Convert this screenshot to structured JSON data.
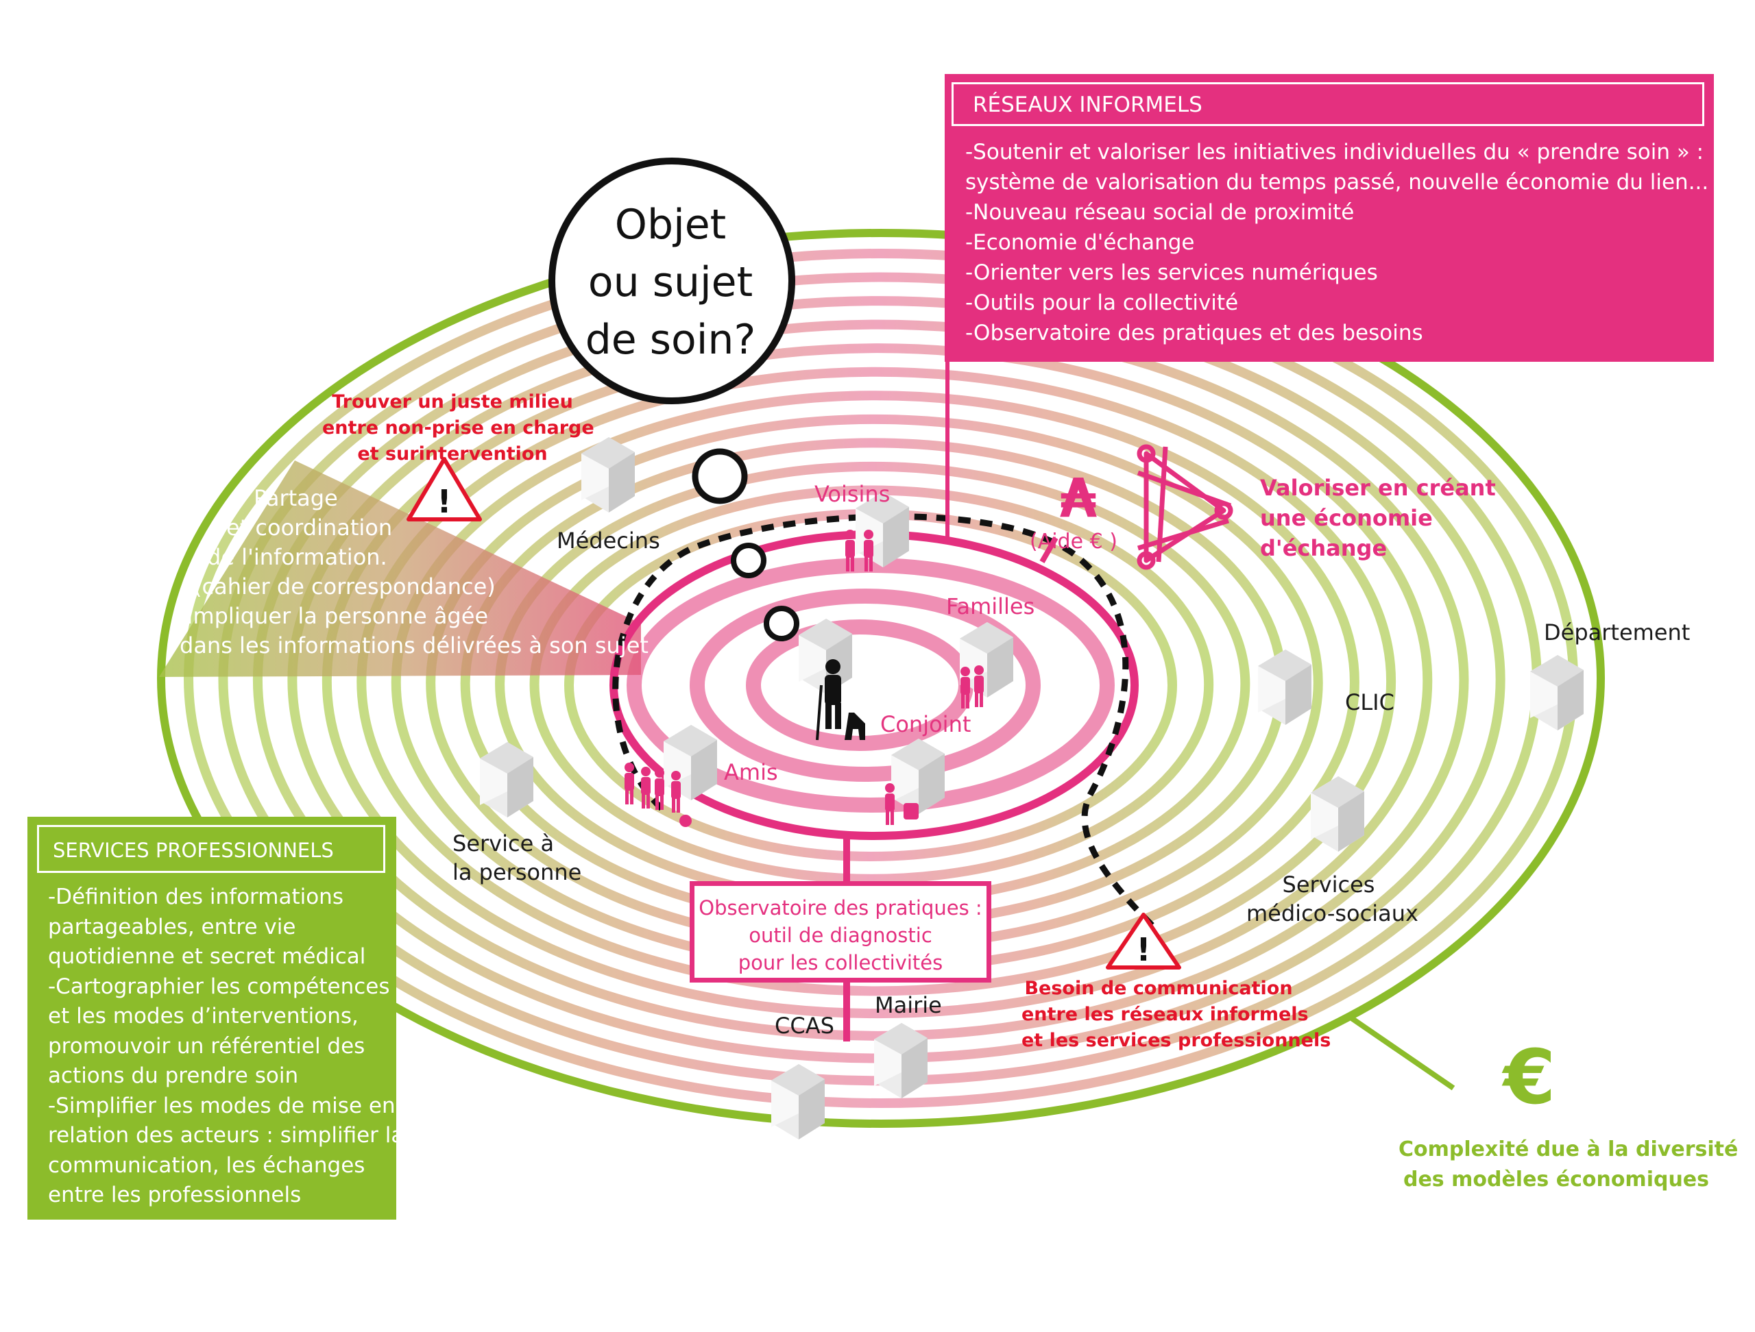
{
  "bubble": {
    "lines": [
      "Objet",
      "ou sujet",
      "de soin?"
    ]
  },
  "informal_networks": {
    "title": "RÉSEAUX INFORMELS",
    "items": [
      "-Soutenir et valoriser les initiatives individuelles du « prendre soin » :",
      "système de valorisation du temps passé, nouvelle économie du lien...",
      "-Nouveau réseau social de proximité",
      "-Economie d'échange",
      "-Orienter vers les services numériques",
      "-Outils pour la collectivité",
      "-Observatoire des pratiques et des besoins"
    ]
  },
  "professional_services": {
    "title": "SERVICES PROFESSIONNELS",
    "items": [
      "-Définition des informations",
      "partageables, entre vie",
      "quotidienne et secret médical",
      "-Cartographier les compétences",
      " et les modes d’interventions,",
      "promouvoir un référentiel des",
      "actions du prendre soin",
      "-Simplifier les modes de mise en",
      "relation des acteurs : simplifier la",
      "communication, les échanges",
      "entre les professionnels"
    ]
  },
  "wedge_text": [
    "Partage",
    "et coordination",
    "de l'information.",
    "(cahier de correspondance)",
    "Impliquer la personne âgée",
    "dans les informations délivrées  à son sujet"
  ],
  "warnings": {
    "top": [
      "Trouver un juste milieu",
      "entre non-prise en charge",
      "et surintervention"
    ],
    "bottom": [
      "Besoin de communication",
      "entre les réseaux informels",
      "et les services professionnels"
    ]
  },
  "exchange": {
    "currency_symbol": "₳",
    "aid_label": "(Aide € )",
    "text": [
      "Valoriser en créant",
      "une économie",
      "d'échange"
    ]
  },
  "observatory": {
    "lines": [
      "Observatoire des pratiques :",
      "outil de diagnostic",
      "pour les collectivités"
    ]
  },
  "labels": {
    "medecins": "Médecins",
    "voisins": "Voisins",
    "familles": "Familles",
    "conjoint": "Conjoint",
    "amis": "Amis",
    "departement": "Département",
    "clic": "CLIC",
    "service_personne": [
      "Service à",
      "la personne"
    ],
    "services_medico": [
      "Services",
      "médico-sociaux"
    ],
    "ccas": "CCAS",
    "mairie": "Mairie"
  },
  "economy": {
    "symbol": "€",
    "text": [
      "Complexité due à la diversité",
      "des modèles économiques"
    ]
  },
  "colors": {
    "pink": "#e4307f",
    "green": "#8cbc2b",
    "red": "#e3142a"
  }
}
